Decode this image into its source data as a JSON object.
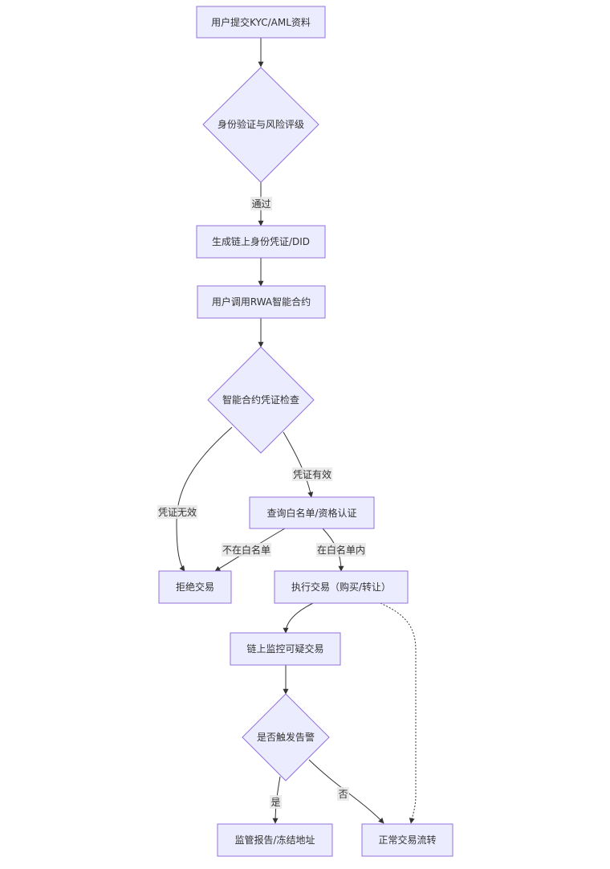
{
  "nodes": {
    "submit": "用户提交KYC/AML资料",
    "verify": "身份验证与风险评级",
    "credential": "生成链上身份凭证/DID",
    "invoke": "用户调用RWA智能合约",
    "check": "智能合约凭证检查",
    "whitelist": "查询白名单/资格认证",
    "reject": "拒绝交易",
    "execute": "执行交易（购买/转让）",
    "monitor": "链上监控可疑交易",
    "alert": "是否触发告警",
    "report": "监管报告/冻结地址",
    "normal": "正常交易流转"
  },
  "edge_labels": {
    "pass": "通过",
    "valid": "凭证有效",
    "invalid": "凭证无效",
    "not_in_list": "不在白名单",
    "in_list": "在白名单内",
    "yes": "是",
    "no": "否"
  },
  "colors": {
    "node_fill": "#ececff",
    "node_stroke": "#9370db",
    "edge": "#333333",
    "label_bg": "#e8e8e8",
    "text": "#333333"
  }
}
